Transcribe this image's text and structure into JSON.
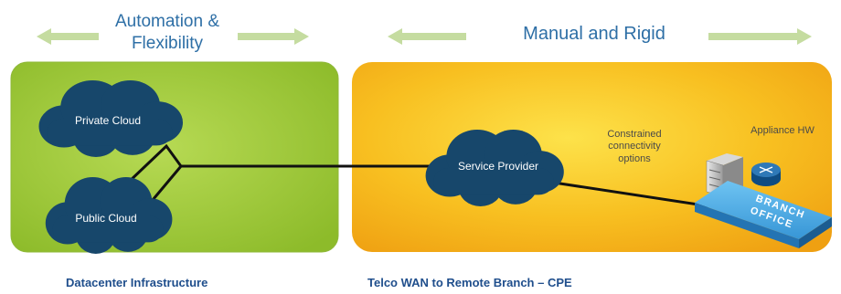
{
  "headings": {
    "left": "Automation & Flexibility",
    "left_line1": "Automation &",
    "left_line2": "Flexibility",
    "right": "Manual and Rigid"
  },
  "clouds": {
    "private": "Private Cloud",
    "public": "Public Cloud",
    "provider": "Service Provider"
  },
  "labels": {
    "constrained_line1": "Constrained",
    "constrained_line2": "connectivity",
    "constrained_line3": "options",
    "appliance": "Appliance HW",
    "branch_line1": "BRANCH",
    "branch_line2": "OFFICE"
  },
  "captions": {
    "left": "Datacenter Infrastructure",
    "right": "Telco WAN to Remote Branch – CPE"
  },
  "colors": {
    "green_panel": "#a3cd3b",
    "orange_panel": "#f6b516",
    "cloud": "#17476b",
    "heading": "#2e6fa6",
    "arrow": "#c5dca0",
    "device_blue": "#3a9ad9"
  }
}
